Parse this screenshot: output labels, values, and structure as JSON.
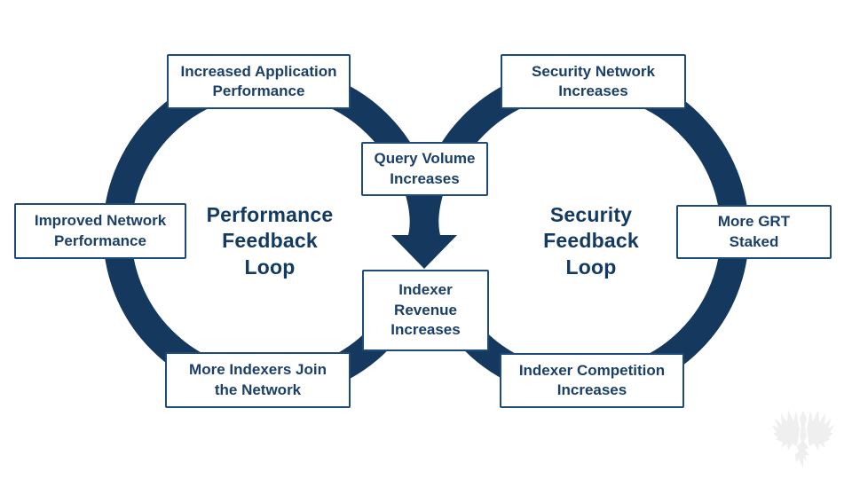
{
  "colors": {
    "bg": "#FFFFFF",
    "navy": "#15395E",
    "box_border": "#1E4B78",
    "box_text": "#1A3F68",
    "title_text": "#123A62",
    "watermark": "#EFEFEF"
  },
  "loops": [
    {
      "id": "performance",
      "title": "Performance\nFeedback\nLoop"
    },
    {
      "id": "security",
      "title": "Security\nFeedback\nLoop"
    }
  ],
  "boxes": [
    {
      "id": "increased-application-performance",
      "label": "Increased Application\nPerformance"
    },
    {
      "id": "security-network-increases",
      "label": "Security Network\nIncreases"
    },
    {
      "id": "query-volume-increases",
      "label": "Query Volume\nIncreases"
    },
    {
      "id": "improved-network-performance",
      "label": "Improved Network\nPerformance"
    },
    {
      "id": "more-grt-staked",
      "label": "More GRT\nStaked"
    },
    {
      "id": "indexer-revenue-increases",
      "label": "Indexer\nRevenue\nIncreases"
    },
    {
      "id": "more-indexers-join-the-network",
      "label": "More Indexers Join\nthe Network"
    },
    {
      "id": "indexer-competition-increases",
      "label": "Indexer Competition\nIncreases"
    }
  ],
  "icons": {
    "watermark": "eagle-watermark-icon"
  }
}
